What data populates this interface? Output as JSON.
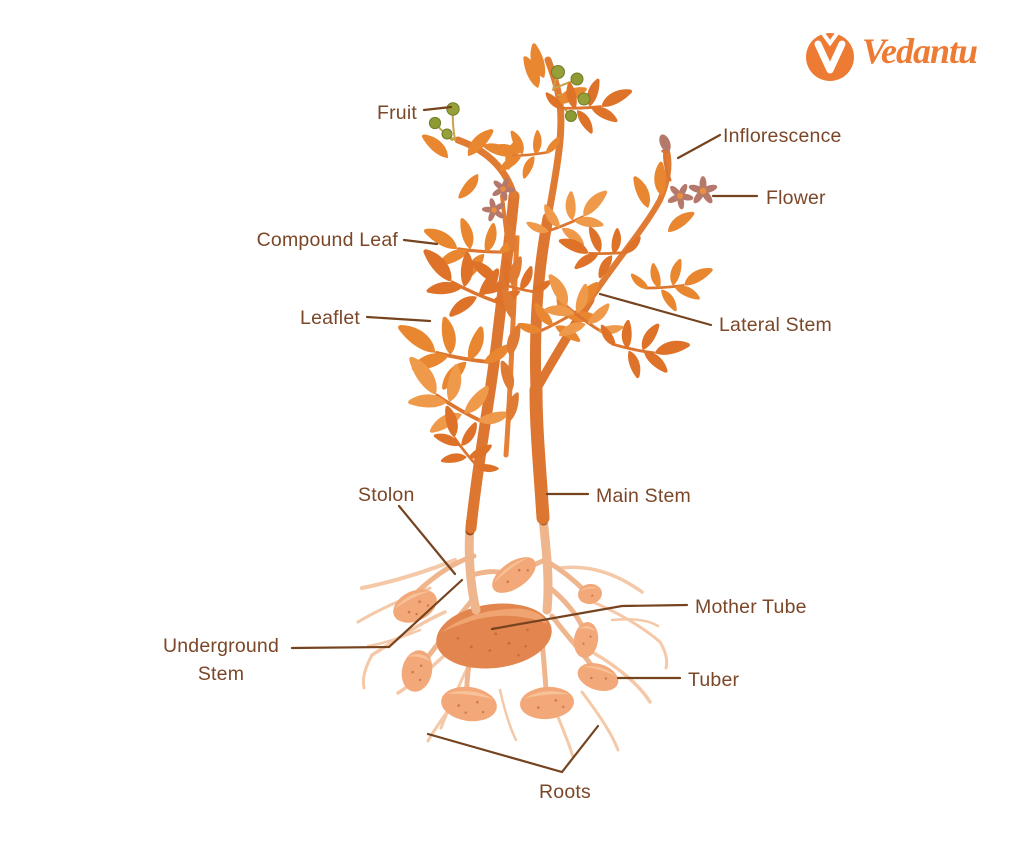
{
  "logo": {
    "brand": "Vedantu",
    "mark": "v-circle-icon",
    "brand_color": "#ED7B33"
  },
  "diagram": {
    "subject": "Potato plant structure",
    "labels": {
      "fruit": "Fruit",
      "inflorescence": "Inflorescence",
      "flower": "Flower",
      "compound_leaf": "Compound Leaf",
      "leaflet": "Leaflet",
      "lateral_stem": "Lateral Stem",
      "stolon": "Stolon",
      "main_stem": "Main Stem",
      "underground_stem": "Underground Stem",
      "mother_tube": "Mother Tube",
      "tuber": "Tuber",
      "roots": "Roots"
    },
    "colors": {
      "label_text": "#7B4728",
      "leader_line": "#76431F",
      "stem_orange": "#DD7631",
      "leaf_orange": "#E8872F",
      "leaf_dark": "#DE7228",
      "leaf_light": "#EF9A4A",
      "underground_stem_peach": "#EFB68D",
      "root_peach": "#F5C8A8",
      "tuber_fill": "#F2A878",
      "tuber_highlight": "#F7C298",
      "mother_tuber_fill": "#E2854F",
      "berry_green": "#97A038",
      "flower_mauve": "#B5796B",
      "background": "#FFFFFF"
    }
  }
}
